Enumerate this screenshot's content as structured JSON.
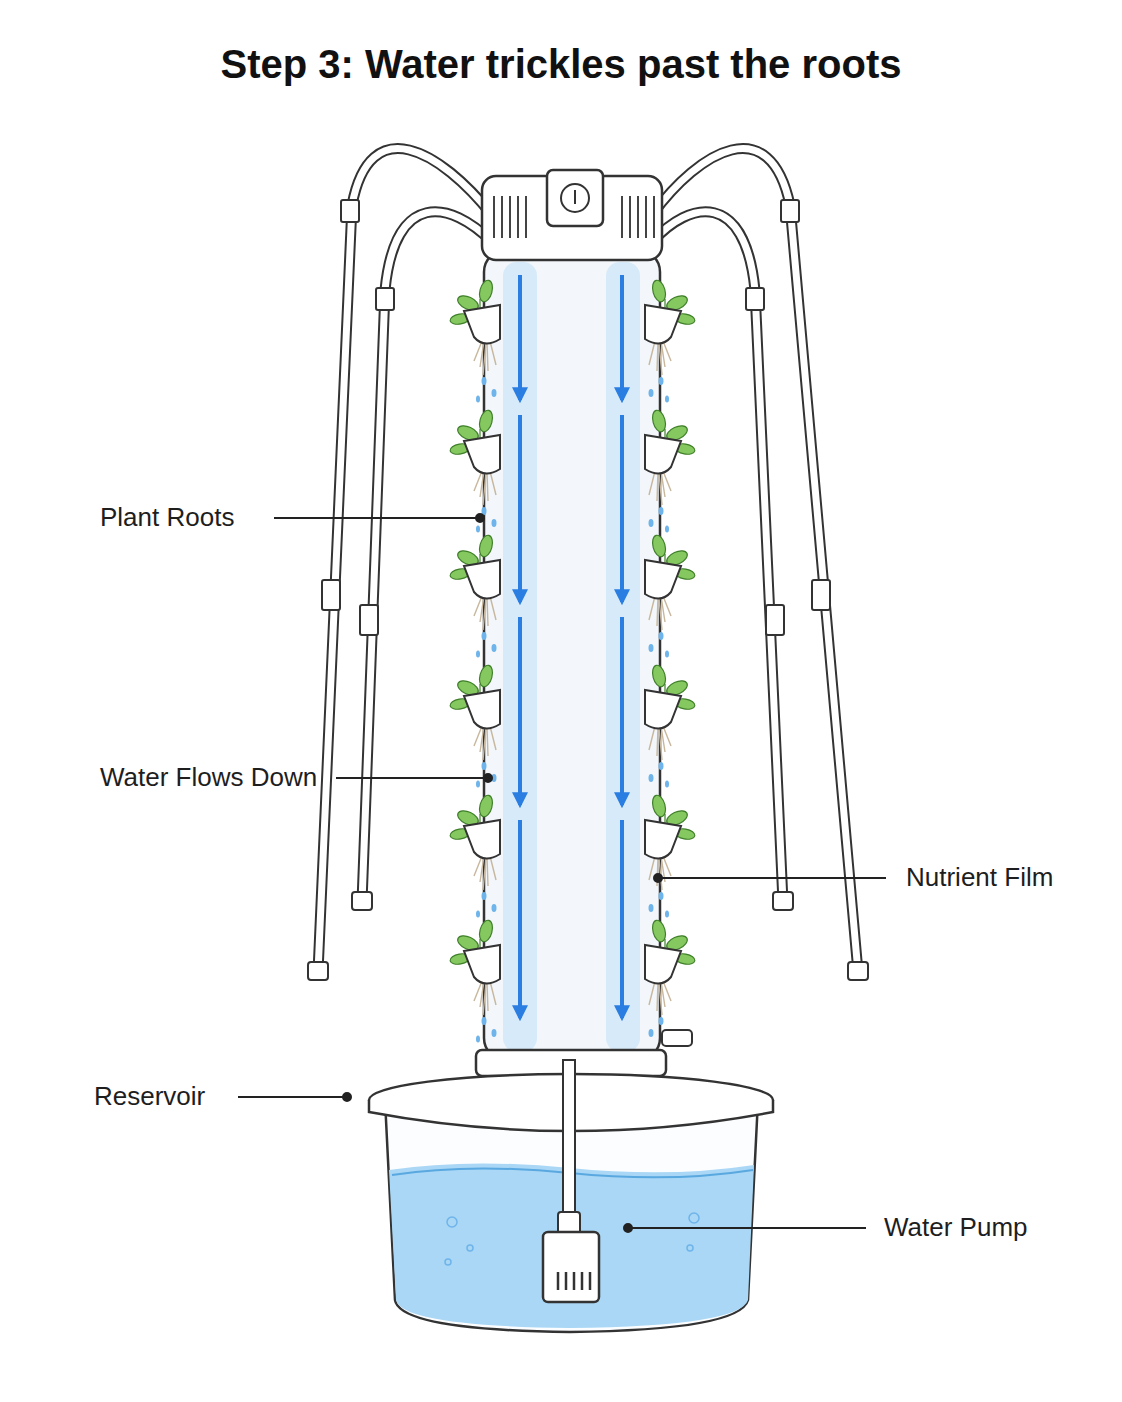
{
  "diagram": {
    "title": "Step 3: Water trickles past the roots",
    "labels": [
      "Plant Roots",
      "Water Flows Down",
      "Nutrient Film",
      "Reservoir",
      "Water Pump"
    ]
  }
}
